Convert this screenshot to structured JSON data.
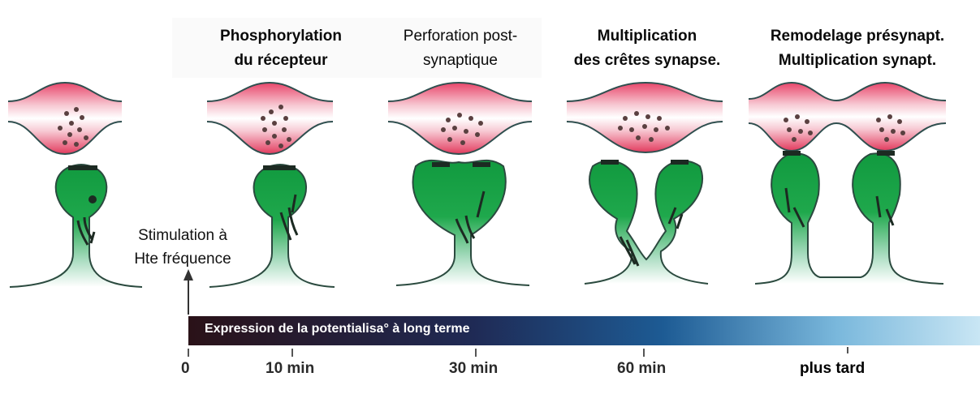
{
  "captions": [
    {
      "line1": "Phosphorylation",
      "line2": "du récepteur"
    },
    {
      "line1": "Perforation post-",
      "line2": "synaptique"
    },
    {
      "line1": "Multiplication",
      "line2": "des crêtes synapse."
    },
    {
      "line1": "Remodelage présynapt.",
      "line2": "Multiplication synapt."
    }
  ],
  "stimulation": {
    "line1": "Stimulation à",
    "line2": "Hte fréquence"
  },
  "timeline": {
    "bar_label": "Expression de la potentialisa° à long terme",
    "ticks": [
      "0",
      "10 min",
      "30 min",
      "60 min",
      "plus tard"
    ]
  },
  "colors": {
    "presynaptic": "#e23b5e",
    "spine": "#17913d",
    "bar_dark": "#2a1218",
    "bar_mid": "#1d4f86",
    "bar_light": "#bfe0f2"
  }
}
